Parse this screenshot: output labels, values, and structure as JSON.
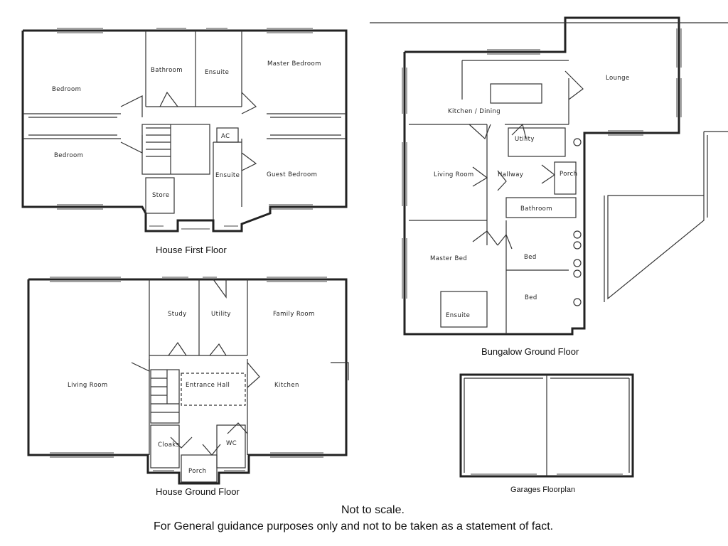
{
  "plans": {
    "first_floor": {
      "caption": "House First Floor",
      "rooms": [
        "Bedroom",
        "Bathroom",
        "Ensuite",
        "Master Bedroom",
        "Bedroom",
        "AC",
        "Ensuite",
        "Guest Bedroom",
        "Store"
      ]
    },
    "ground_floor": {
      "caption": "House Ground Floor",
      "rooms": [
        "Living Room",
        "Study",
        "Utility",
        "Family Room",
        "Entrance Hall",
        "Kitchen",
        "Cloaks",
        "WC",
        "Porch"
      ]
    },
    "bungalow": {
      "caption": "Bungalow Ground Floor",
      "rooms": [
        "Lounge",
        "Kitchen / Dining",
        "Utility",
        "Living Room",
        "Hallway",
        "Porch",
        "Bathroom",
        "Master Bed",
        "Bed",
        "Bed",
        "Ensuite"
      ]
    },
    "garages": {
      "caption": "Garages Floorplan"
    }
  },
  "notes": {
    "line1": "Not to scale.",
    "line2": "For General guidance purposes only and not to be taken as a statement of fact."
  }
}
